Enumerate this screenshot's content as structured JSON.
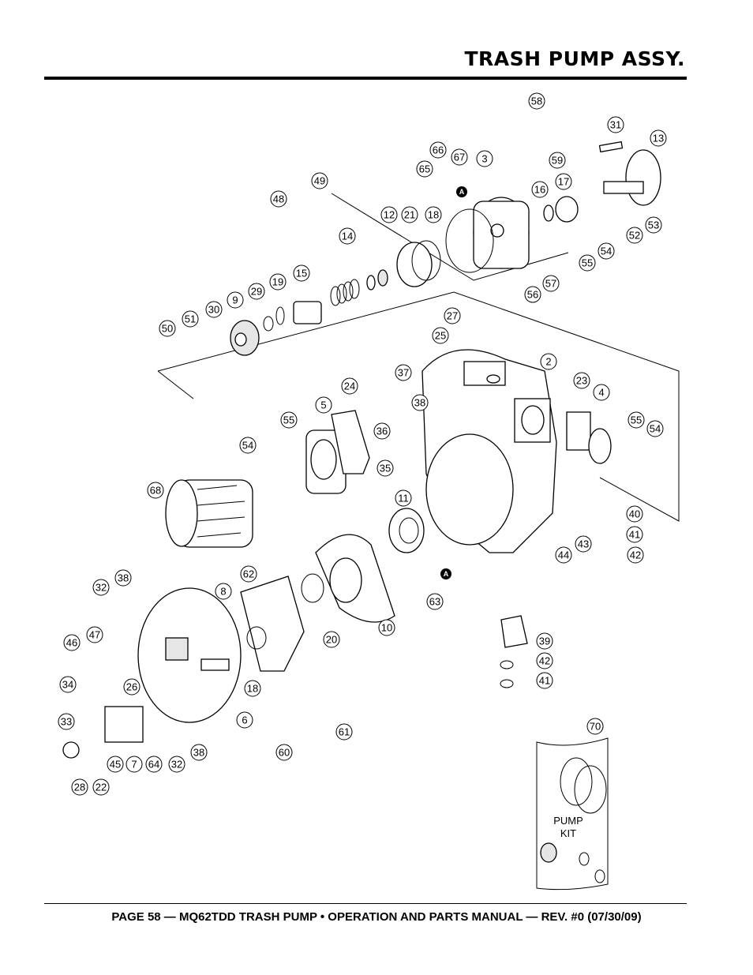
{
  "header": {
    "title": "TRASH PUMP ASSY."
  },
  "footer": {
    "text": "PAGE 58 — MQ62TDD TRASH PUMP • OPERATION AND PARTS MANUAL — REV. #0 (07/30/09)"
  },
  "kit": {
    "line1": "PUMP",
    "line2": "KIT"
  },
  "marker": "A",
  "callouts": [
    "58",
    "31",
    "13",
    "66",
    "67",
    "3",
    "59",
    "65",
    "16",
    "17",
    "49",
    "48",
    "12",
    "21",
    "18",
    "53",
    "52",
    "54",
    "14",
    "55",
    "57",
    "56",
    "15",
    "19",
    "29",
    "9",
    "30",
    "51",
    "50",
    "27",
    "25",
    "2",
    "37",
    "23",
    "4",
    "24",
    "5",
    "38",
    "36",
    "55",
    "54",
    "55",
    "54",
    "35",
    "68",
    "11",
    "40",
    "41",
    "44",
    "43",
    "42",
    "62",
    "32",
    "38",
    "8",
    "63",
    "10",
    "46",
    "47",
    "20",
    "34",
    "26",
    "18",
    "6",
    "33",
    "61",
    "60",
    "45",
    "7",
    "64",
    "32",
    "38",
    "28",
    "22",
    "39",
    "42",
    "41",
    "70"
  ]
}
